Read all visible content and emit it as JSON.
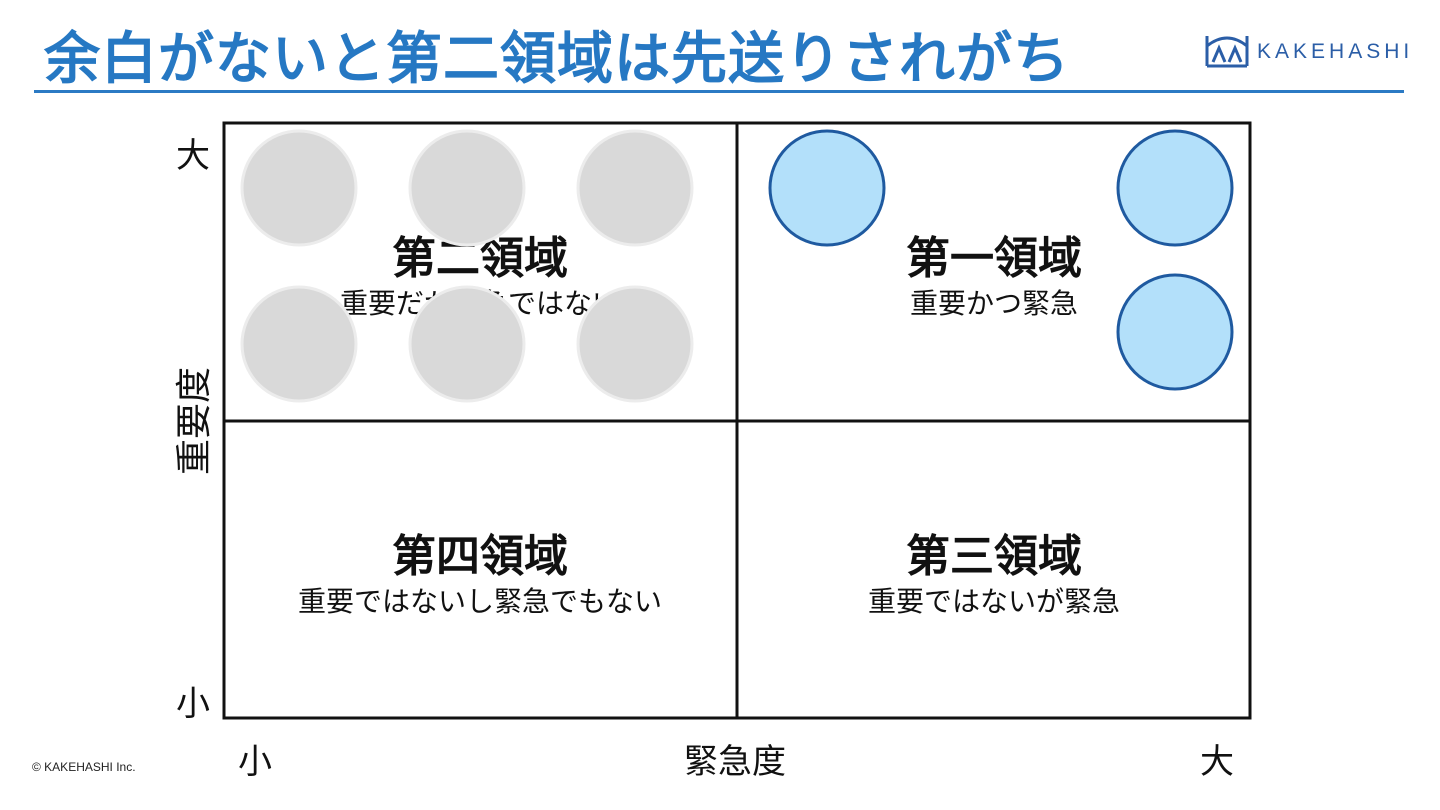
{
  "title": "余白がないと第二領域は先送りされがち",
  "logo": {
    "text": "KAKEHASHI",
    "icon": "kakehashi-bridge-logo-icon",
    "color": "#2b5ea7"
  },
  "colors": {
    "accent": "#2678c3",
    "grid": "#111111",
    "gray_circle": "#d9d9d9",
    "blue_circle": "#b3e0fa",
    "blue_border": "#1f5aa0"
  },
  "axes": {
    "y_label": "重要度",
    "y_top": "大",
    "y_bottom": "小",
    "x_label": "緊急度",
    "x_left": "小",
    "x_right": "大"
  },
  "quadrants": {
    "q2": {
      "title": "第二領域",
      "subtitle": "重要だが緊急ではない"
    },
    "q1": {
      "title": "第一領域",
      "subtitle": "重要かつ緊急"
    },
    "q4": {
      "title": "第四領域",
      "subtitle": "重要ではないし緊急でもない"
    },
    "q3": {
      "title": "第三領域",
      "subtitle": "重要ではないが緊急"
    }
  },
  "circles": {
    "q2_gray_count": 6,
    "q1_blue_count": 3
  },
  "footer": {
    "copyright": "© KAKEHASHI Inc."
  }
}
